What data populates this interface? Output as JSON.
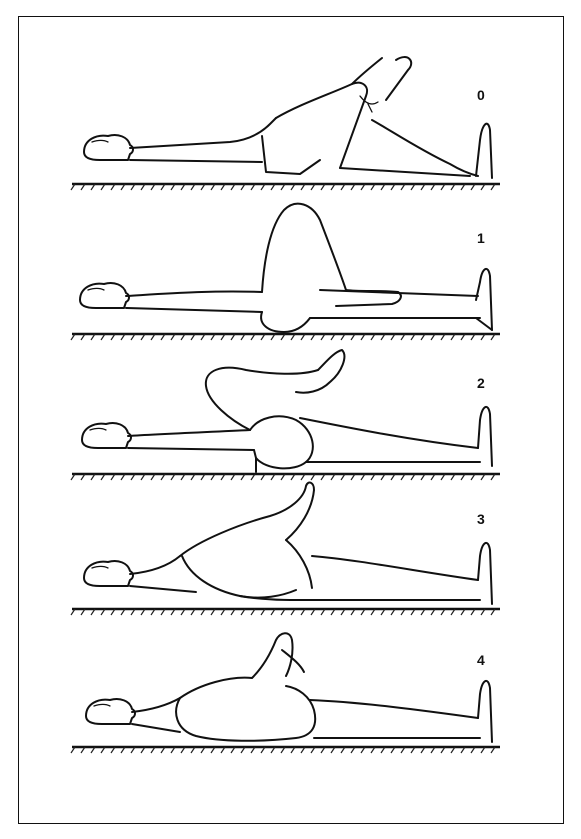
{
  "figure": {
    "stages": [
      {
        "label": "0"
      },
      {
        "label": "1"
      },
      {
        "label": "2"
      },
      {
        "label": "3"
      },
      {
        "label": "4"
      }
    ]
  }
}
